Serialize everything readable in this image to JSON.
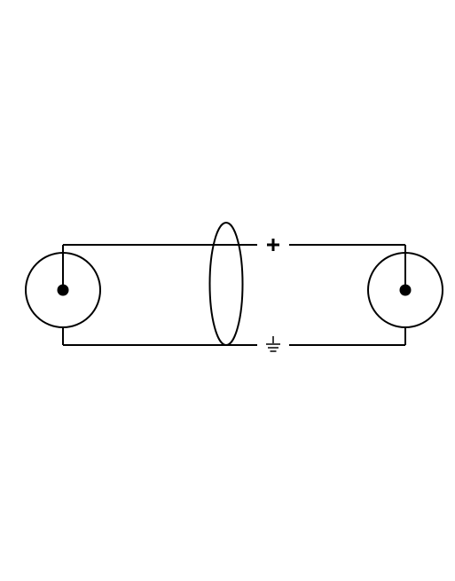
{
  "diagram": {
    "type": "rca-cable-schematic",
    "connectors": [
      {
        "id": "left",
        "kind": "rca-plug"
      },
      {
        "id": "right",
        "kind": "rca-plug"
      }
    ],
    "conductors": [
      {
        "id": "signal",
        "symbol": "plus-icon"
      },
      {
        "id": "ground",
        "symbol": "ground-icon"
      }
    ],
    "shield": {
      "kind": "cable-shield-ellipse"
    },
    "colors": {
      "line": "#000000",
      "background": "#ffffff"
    }
  }
}
